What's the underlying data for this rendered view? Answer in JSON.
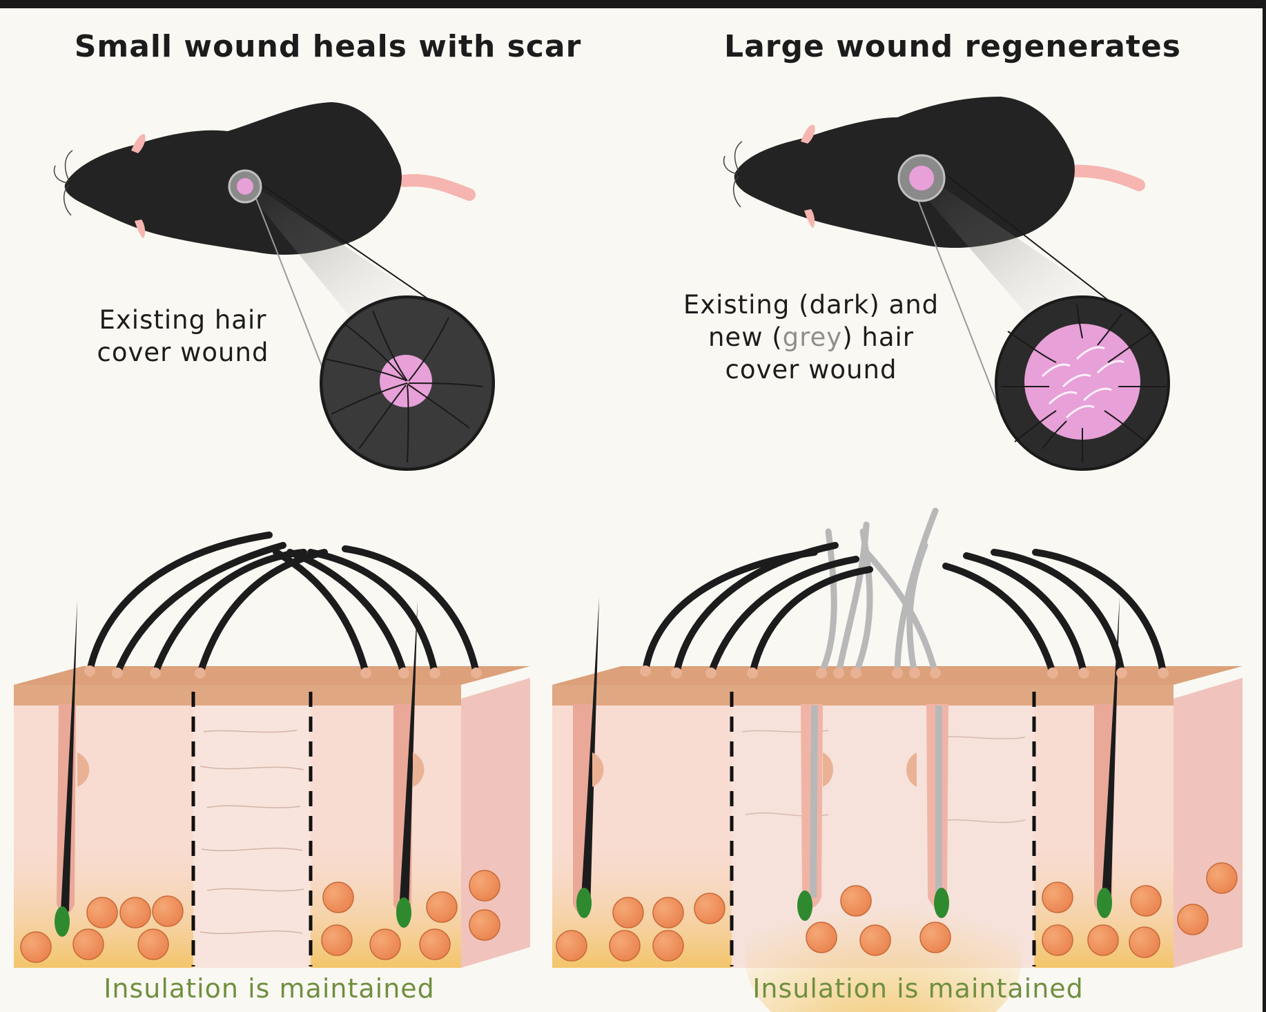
{
  "panels": {
    "left": {
      "title": "Small wound heals with scar",
      "label_line1": "Existing hair",
      "label_line2": "cover wound",
      "footer": "Insulation is maintained"
    },
    "right": {
      "title": "Large wound regenerates",
      "label_line1": "Existing (dark) and",
      "label_line2_pre": "new (",
      "label_line2_grey": "grey",
      "label_line2_post": ") hair",
      "label_line3": "cover wound",
      "footer": "Insulation is maintained"
    }
  },
  "colors": {
    "mouse_fur": "#232323",
    "wound_pink": "#e8a0d8",
    "existing_hair": "#1c1c1c",
    "new_hair": "#b8b8b8",
    "epidermis": "#dca07a",
    "dermis": "#f8dcd2",
    "fat": "#f3c56a",
    "adipocyte": "#f0935a",
    "stem_cell": "#2f8a2f",
    "footer_text": "#6f8f3f"
  }
}
